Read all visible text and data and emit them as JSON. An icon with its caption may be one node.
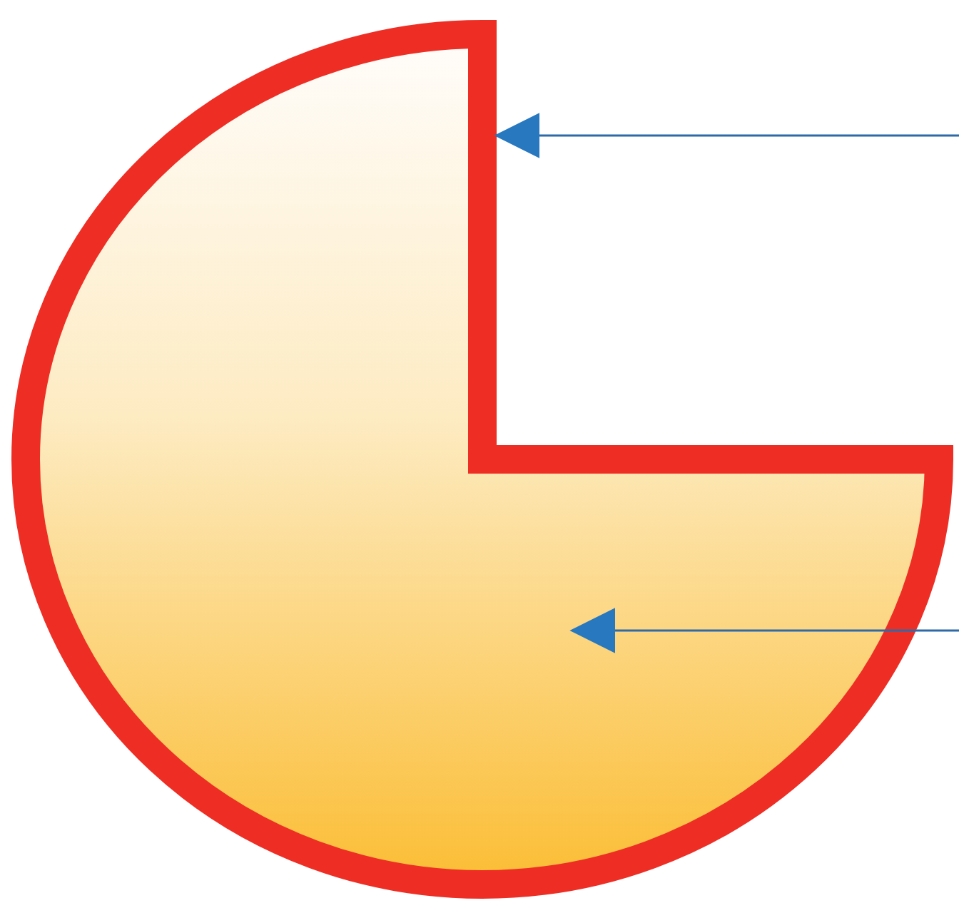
{
  "diagram": {
    "nodes": [
      {
        "text": [],
        "shape": "outline"
      },
      {
        "text": [],
        "shape": "sector"
      }
    ],
    "edges": [
      {
        "from": null,
        "to": 0,
        "arrow": "to"
      },
      {
        "from": null,
        "to": 1,
        "arrow": "to"
      }
    ]
  }
}
